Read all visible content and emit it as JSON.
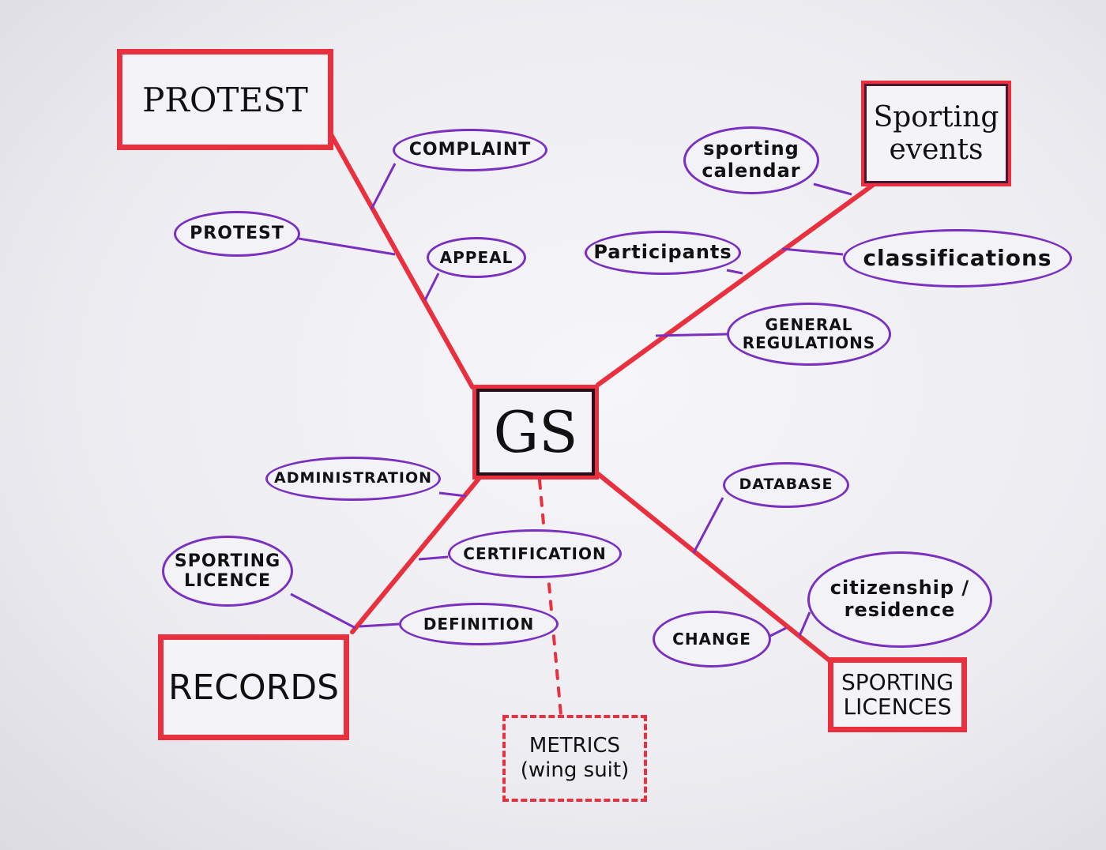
{
  "center": "GS",
  "main_nodes": {
    "protest": "PROTEST",
    "sporting_events": "Sporting events",
    "records": "RECORDS",
    "sporting_licences": "SPORTING LICENCES",
    "metrics": "METRICS (wing suit)"
  },
  "sub_nodes": {
    "complaint": "COMPLAINT",
    "protest": "PROTEST",
    "appeal": "APPEAL",
    "sporting_calendar": "sporting calendar",
    "participants": "Participants",
    "classifications": "classifications",
    "general_regulations": "GENERAL REGULATIONS",
    "administration": "ADMINISTRATION",
    "sporting_licence": "SPORTING LICENCE",
    "certification": "CERTIFICATION",
    "definition": "DEFINITION",
    "database": "DATABASE",
    "citizenship_residence": "citizenship / residence",
    "change": "CHANGE"
  },
  "colors": {
    "main": "#e8303e",
    "sub": "#7a2fc0",
    "ink": "#111111"
  }
}
